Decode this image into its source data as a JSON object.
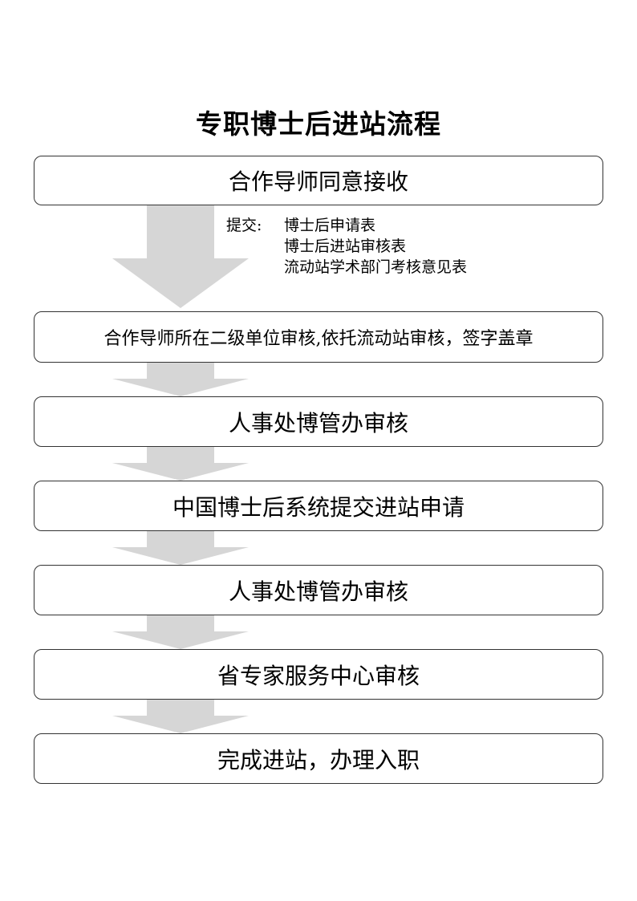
{
  "title": "专职博士后进站流程",
  "steps": [
    {
      "label": "合作导师同意接收"
    },
    {
      "label": "合作导师所在二级单位审核,依托流动站审核，签字盖章"
    },
    {
      "label": "人事处博管办审核"
    },
    {
      "label": "中国博士后系统提交进站申请"
    },
    {
      "label": "人事处博管办审核"
    },
    {
      "label": "省专家服务中心审核"
    },
    {
      "label": "完成进站，办理入职"
    }
  ],
  "note": {
    "label": "提交:",
    "items": [
      "博士后申请表",
      "博士后进站审核表",
      "流动站学术部门考核意见表"
    ]
  },
  "colors": {
    "arrow": "#d6d6d6",
    "border": "#333333"
  }
}
